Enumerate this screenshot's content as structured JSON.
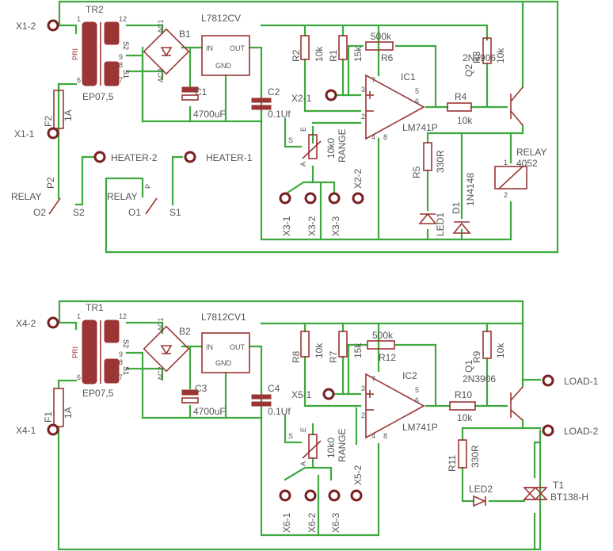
{
  "circuit_top": {
    "x1_2": "X1-2",
    "x1_1": "X1-1",
    "tr": "TR2",
    "tr_model": "EP07,5",
    "pri": "PRI",
    "s1": "S1",
    "s2": "S2",
    "pin1": "1",
    "pin6": "6",
    "pin7": "7",
    "pin8": "8",
    "pin9": "9",
    "pin12": "12",
    "fuse": "F2",
    "fuse_val": "1A",
    "bridge": "B1",
    "ac1": "AC1",
    "ac2": "AC2",
    "reg": "L7812CV",
    "reg_in": "IN",
    "reg_out": "OUT",
    "reg_gnd": "GND",
    "c1": "C1",
    "c1_val": "4700uF",
    "c2": "C2",
    "c2_val": "0.1Uf",
    "r2": "R2",
    "r2_val": "10k",
    "r1": "R1",
    "r1_val": "15k",
    "r6": "R6",
    "r6_val": "500k",
    "ic": "IC1",
    "ic_val": "LM741P",
    "r4": "R4",
    "r4_val": "10k",
    "q": "Q2",
    "q_val": "2N3906",
    "r3": "R3",
    "r3_val": "10k",
    "relay": "RELAY",
    "relay_val": "4052",
    "r5": "R5",
    "r5_val": "330R",
    "d": "D1",
    "d_val": "1N4148",
    "led": "LED1",
    "pot_range": "RANGE",
    "pot_val": "10k0",
    "x2_1": "X2-1",
    "x2_2": "X2-2",
    "x3_1": "X3-1",
    "x3_2": "X3-2",
    "x3_3": "X3-3",
    "heater2": "HEATER-2",
    "heater1": "HEATER-1",
    "relay_a": "RELAY",
    "relay_b": "RELAY",
    "p2": "P2",
    "p": "P",
    "o2": "O2",
    "s2b": "S2",
    "o1": "O1",
    "s1b": "S1",
    "ic_pin2": "2",
    "ic_pin3": "3",
    "ic_pin4": "4",
    "ic_pin5": "5",
    "ic_pin6": "6",
    "ic_pin7": "7",
    "ic_pin8": "8",
    "relay_p1": "1",
    "relay_p2": "2",
    "pot_s": "S",
    "pot_e": "E",
    "pot_a": "A"
  },
  "circuit_bottom": {
    "x4_2": "X4-2",
    "x4_1": "X4-1",
    "tr": "TR1",
    "tr_model": "EP07,5",
    "pri": "PRI",
    "s1": "S1",
    "s2": "S2",
    "pin1": "1",
    "pin6": "6",
    "pin7": "7",
    "pin8": "8",
    "pin9": "9",
    "pin12": "12",
    "fuse": "F1",
    "fuse_val": "1A",
    "bridge": "B2",
    "ac1": "AC1",
    "ac2": "AC2",
    "reg": "L7812CV1",
    "reg_in": "IN",
    "reg_out": "OUT",
    "reg_gnd": "GND",
    "c3": "C3",
    "c3_val": "4700uF",
    "c4": "C4",
    "c4_val": "0.1Uf",
    "r8": "R8",
    "r8_val": "10k",
    "r7": "R7",
    "r7_val": "15k",
    "r12": "R12",
    "r12_val": "500k",
    "ic": "IC2",
    "ic_val": "LM741P",
    "r10": "R10",
    "r10_val": "10k",
    "q": "Q1",
    "q_val": "2N3906",
    "r9": "R9",
    "r9_val": "10k",
    "r11": "R11",
    "r11_val": "330R",
    "led": "LED2",
    "t": "T1",
    "t_val": "BT138-H",
    "load1": "LOAD-1",
    "load2": "LOAD-2",
    "pot_range": "RANGE",
    "pot_val": "10k0",
    "x5_1": "X5-1",
    "x5_2": "X5-2",
    "x6_1": "X6-1",
    "x6_2": "X6-2",
    "x6_3": "X6-3",
    "ic_pin2": "2",
    "ic_pin3": "3",
    "ic_pin4": "4",
    "ic_pin5": "5",
    "ic_pin6": "6",
    "ic_pin7": "7",
    "ic_pin8": "8",
    "pot_s": "S",
    "pot_e": "E",
    "pot_a": "A"
  },
  "colors": {
    "wire": "#3fa83f",
    "part": "#9b3434",
    "text": "#555555",
    "background": "#ffffff"
  }
}
